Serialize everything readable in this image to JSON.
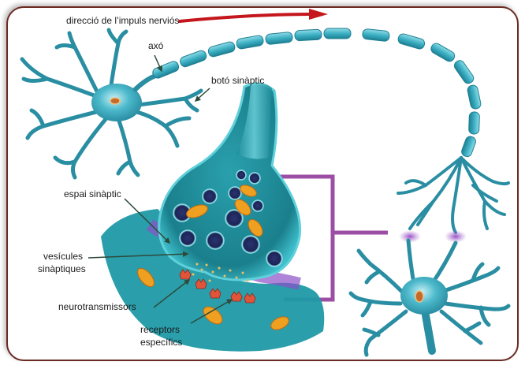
{
  "figure": {
    "title": "Sinapsi",
    "labels": {
      "impulse_direction": "direcció de l’impuls nerviós",
      "axon": "axó",
      "synaptic_button": "botó sinàptic",
      "synaptic_space": "espai sinàptic",
      "synaptic_vesicles_line1": "vesícules",
      "synaptic_vesicles_line2": "sinàptiques",
      "neurotransmitters": "neurotransmissors",
      "specific_receptors_line1": "receptors",
      "specific_receptors_line2": "específics"
    },
    "colors": {
      "frame": "#6b2a22",
      "neuron": "#2a9bb0",
      "neuron_light": "#7fd3df",
      "arrow": "#c4161c",
      "bracket": "#9b4ea3",
      "mitochondria": "#f0a020",
      "vesicle": "#1f2a5a",
      "synaptic_cleft": "#6a3fb0",
      "receptor": "#e0553a",
      "pointer": "#2d4a3a"
    }
  }
}
